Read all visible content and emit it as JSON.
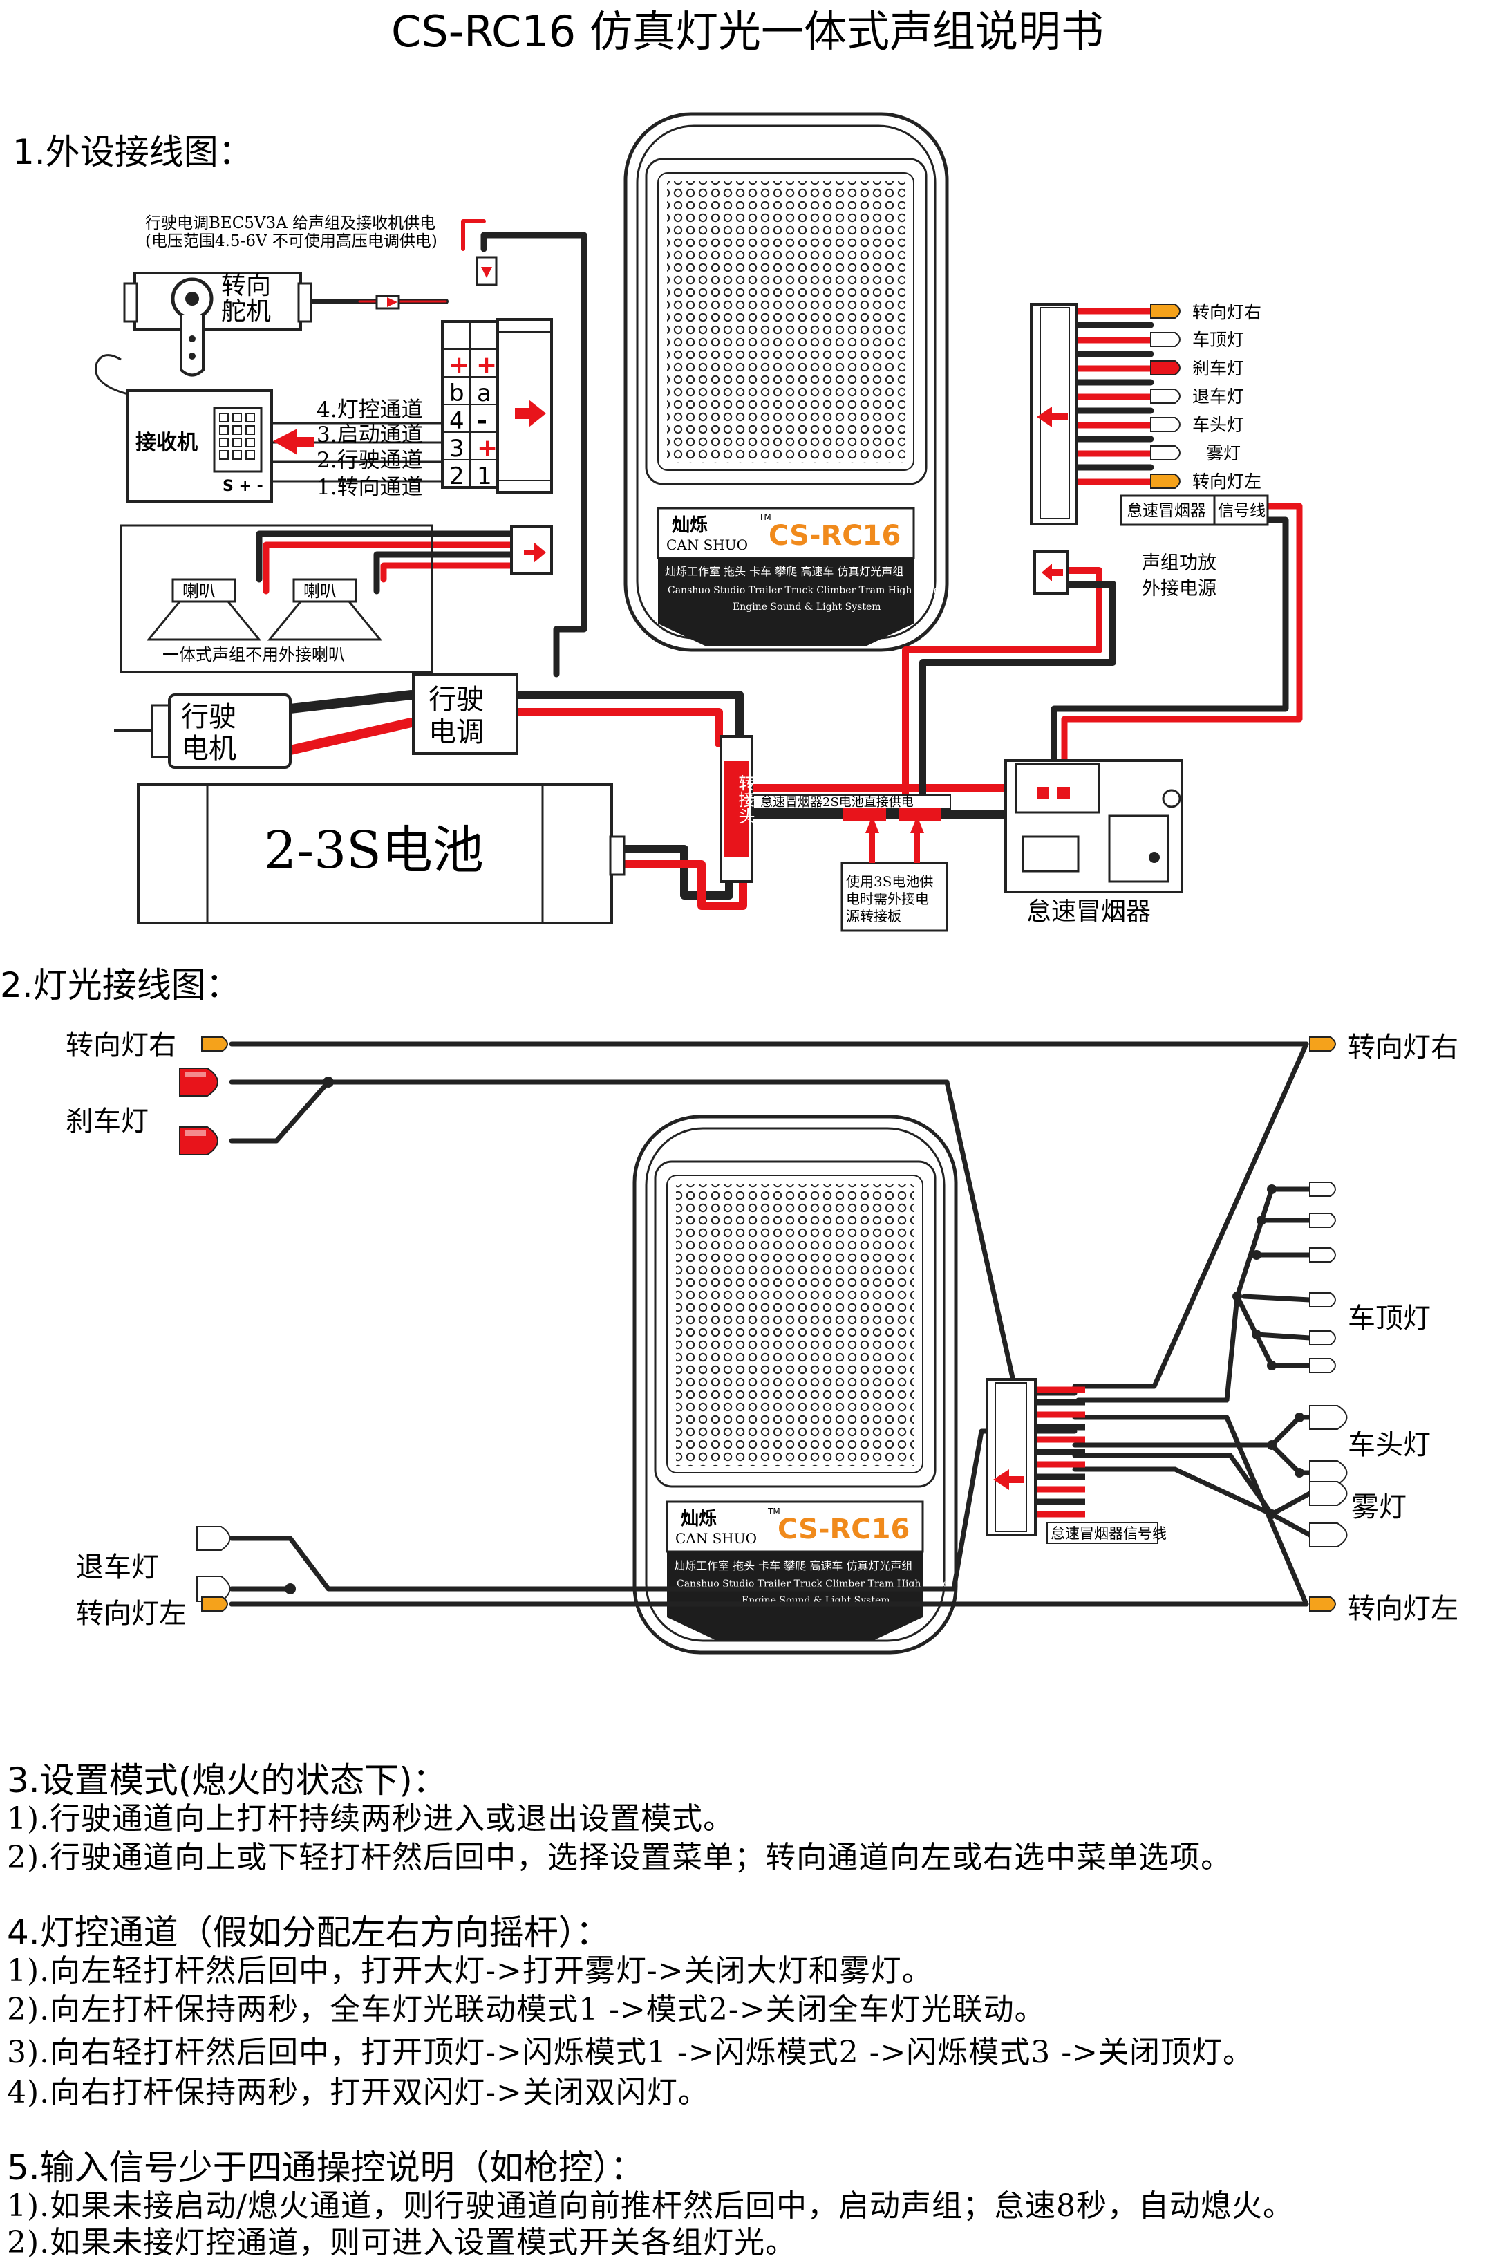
{
  "title": "CS-RC16 仿真灯光一体式声组说明书",
  "sec1": {
    "heading": "1.外设接线图：",
    "servo_note_1": "行驶电调BEC5V3A 给声组及接收机供电",
    "servo_note_2": "(电压范围4.5-6V 不可使用高压电调供电)",
    "servo_label_1": "转向",
    "servo_label_2": "舵机",
    "receiver_label": "接收机",
    "receiver_pins": "S + -",
    "channels": [
      "4.灯控通道",
      "3.启动通道",
      "2.行驶通道",
      "1.转向通道"
    ],
    "pin_row_top": [
      "+",
      "+"
    ],
    "pin_row_ab": [
      "b",
      "a"
    ],
    "pin_col_left": [
      "4",
      "3",
      "2"
    ],
    "pin_col_right": [
      "-",
      "+",
      "1"
    ],
    "speaker": "喇叭",
    "speaker_note": "一体式声组不用外接喇叭",
    "motor_1": "行驶",
    "motor_2": "电机",
    "esc_1": "行驶",
    "esc_2": "电调",
    "battery": "2-3S电池",
    "plug_label": "转接头",
    "idle_smoke_bar": "怠速冒烟器2S电池直接供电",
    "idle_smoke_note": [
      "使用3S电池供",
      "电时需外接电",
      "源转接板"
    ],
    "idle_smoke_label": "怠速冒烟器",
    "light_labels": [
      "转向灯右",
      "车顶灯",
      "刹车灯",
      "退车灯",
      "车头灯",
      "雾灯",
      "转向灯左"
    ],
    "signal_a": "怠速冒烟器",
    "signal_b": "信号线",
    "amp_1": "声组功放",
    "amp_2": "外接电源",
    "brand_cn": "灿烁",
    "brand_en": "CAN SHUO",
    "tm": "TM",
    "model": "CS-RC16",
    "tagline": "灿烁工作室 拖头 卡车 攀爬 高速车 仿真灯光声组",
    "tagline_en_1": "Canshuo Studio Trailer Truck Climber Tram High Speed car",
    "tagline_en_2": "Engine Sound & Light System"
  },
  "sec2": {
    "heading": "2.灯光接线图：",
    "left_labels": [
      "转向灯右",
      "刹车灯",
      "退车灯",
      "转向灯左"
    ],
    "right_labels": [
      "转向灯右",
      "车顶灯",
      "车头灯",
      "雾灯",
      "转向灯左"
    ],
    "signal": "怠速冒烟器信号线"
  },
  "sec3": {
    "heading": "3.设置模式(熄火的状态下)：",
    "items": [
      "1).行驶通道向上打杆持续两秒进入或退出设置模式。",
      "2).行驶通道向上或下轻打杆然后回中，选择设置菜单；转向通道向左或右选中菜单选项。"
    ]
  },
  "sec4": {
    "heading": "4.灯控通道（假如分配左右方向摇杆）：",
    "items": [
      "1).向左轻打杆然后回中，打开大灯->打开雾灯->关闭大灯和雾灯。",
      "2).向左打杆保持两秒，全车灯光联动模式1 ->模式2->关闭全车灯光联动。",
      "3).向右轻打杆然后回中，打开顶灯->闪烁模式1 ->闪烁模式2 ->闪烁模式3 ->关闭顶灯。",
      "4).向右打杆保持两秒，打开双闪灯->关闭双闪灯。"
    ]
  },
  "sec5": {
    "heading": "5.输入信号少于四通操控说明（如枪控）：",
    "items": [
      "1).如果未接启动/熄火通道，则行驶通道向前推杆然后回中，启动声组；怠速8秒，自动熄火。",
      "2).如果未接灯控通道，则可进入设置模式开关各组灯光。"
    ]
  },
  "colors": {
    "red": "#e8141b",
    "orange": "#f5a21b",
    "dark": "#222222",
    "brand": "#f08a1c"
  }
}
